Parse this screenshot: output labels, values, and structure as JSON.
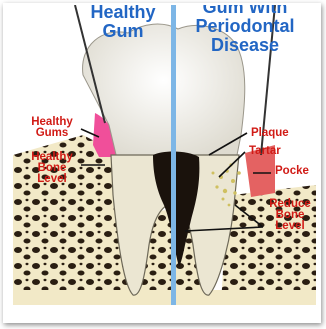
{
  "titles": {
    "healthy": [
      "Healthy",
      "Gum"
    ],
    "disease": [
      "Gum With",
      "Periodontal",
      "Disease"
    ]
  },
  "labels": {
    "healthy_gums": [
      "Healthy",
      "Gums"
    ],
    "healthy_bone": [
      "Healthy",
      "Bone",
      "Level"
    ],
    "plaque": "Plaque",
    "tartar": "Tartar",
    "pocket": "Pocke",
    "reduced_bone": [
      "Reduce",
      "Bone",
      "Level"
    ]
  },
  "colors": {
    "title": "#2266c4",
    "label": "#d11b16",
    "divider": "#7db6e6",
    "gum_healthy": "#f04f9a",
    "gum_diseased": "#e46262",
    "bone": "#f2e9c7",
    "enamel": "#fbfbf6",
    "dentin": "#ebe6d2",
    "tartar": "#cfc060"
  }
}
